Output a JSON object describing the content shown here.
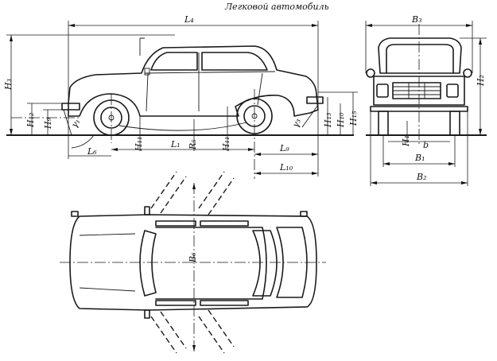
{
  "title": "Легковой автомобиль",
  "labels": {
    "L4": "L₄",
    "L1": "L₁",
    "L6": "L₆",
    "L9": "L₉",
    "L10": "L₁₀",
    "H3": "H₃",
    "H1_2": "H₁₂",
    "H9": "H₉",
    "H11a": "H₁₁",
    "H11b": "H₁₁",
    "R5": "R₅",
    "y1": "γ₁",
    "y3": "γ₃",
    "H13": "H₁₃",
    "H10": "H₁₀",
    "H15": "H₁₅",
    "B3": "B₃",
    "H2": "H₂",
    "H1": "H₁",
    "b": "b",
    "B1": "B₁",
    "B2": "B₂",
    "B6": "B₆"
  }
}
